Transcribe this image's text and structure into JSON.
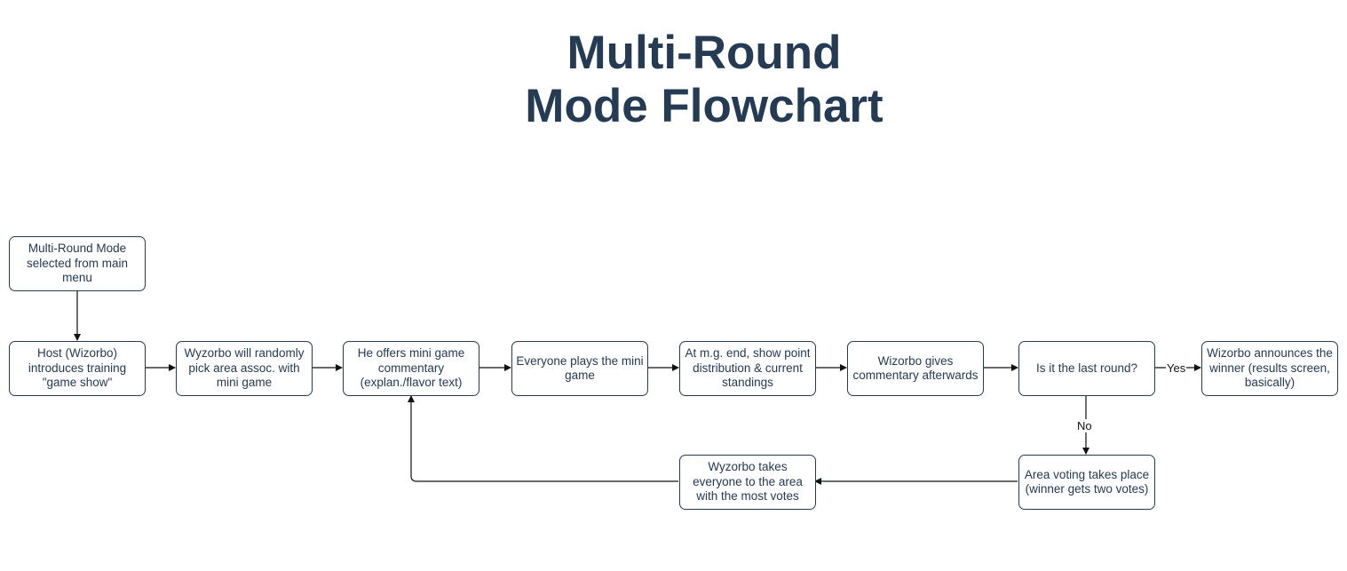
{
  "title": {
    "line1": "Multi-Round",
    "line2": "Mode Flowchart"
  },
  "nodes": {
    "start": "Multi-Round Mode selected from main menu",
    "host_intro": "Host (Wizorbo) introduces training \"game show\"",
    "pick_area": "Wyzorbo will randomly pick area assoc. with mini game",
    "commentary": "He offers mini game commentary (explan./flavor text)",
    "play": "Everyone plays the mini game",
    "standings": "At m.g. end, show point distribution & current standings",
    "after_commentary": "Wizorbo gives commentary afterwards",
    "last_round": "Is it the last round?",
    "winner": "Wizorbo announces the winner (results screen, basically)",
    "voting": "Area voting takes place (winner gets two votes)",
    "travel": "Wyzorbo takes everyone to the area with the most votes"
  },
  "edge_labels": {
    "yes": "Yes",
    "no": "No"
  },
  "colors": {
    "text": "#253a53",
    "border": "#253a53",
    "edge": "#111111",
    "background": "#ffffff"
  }
}
